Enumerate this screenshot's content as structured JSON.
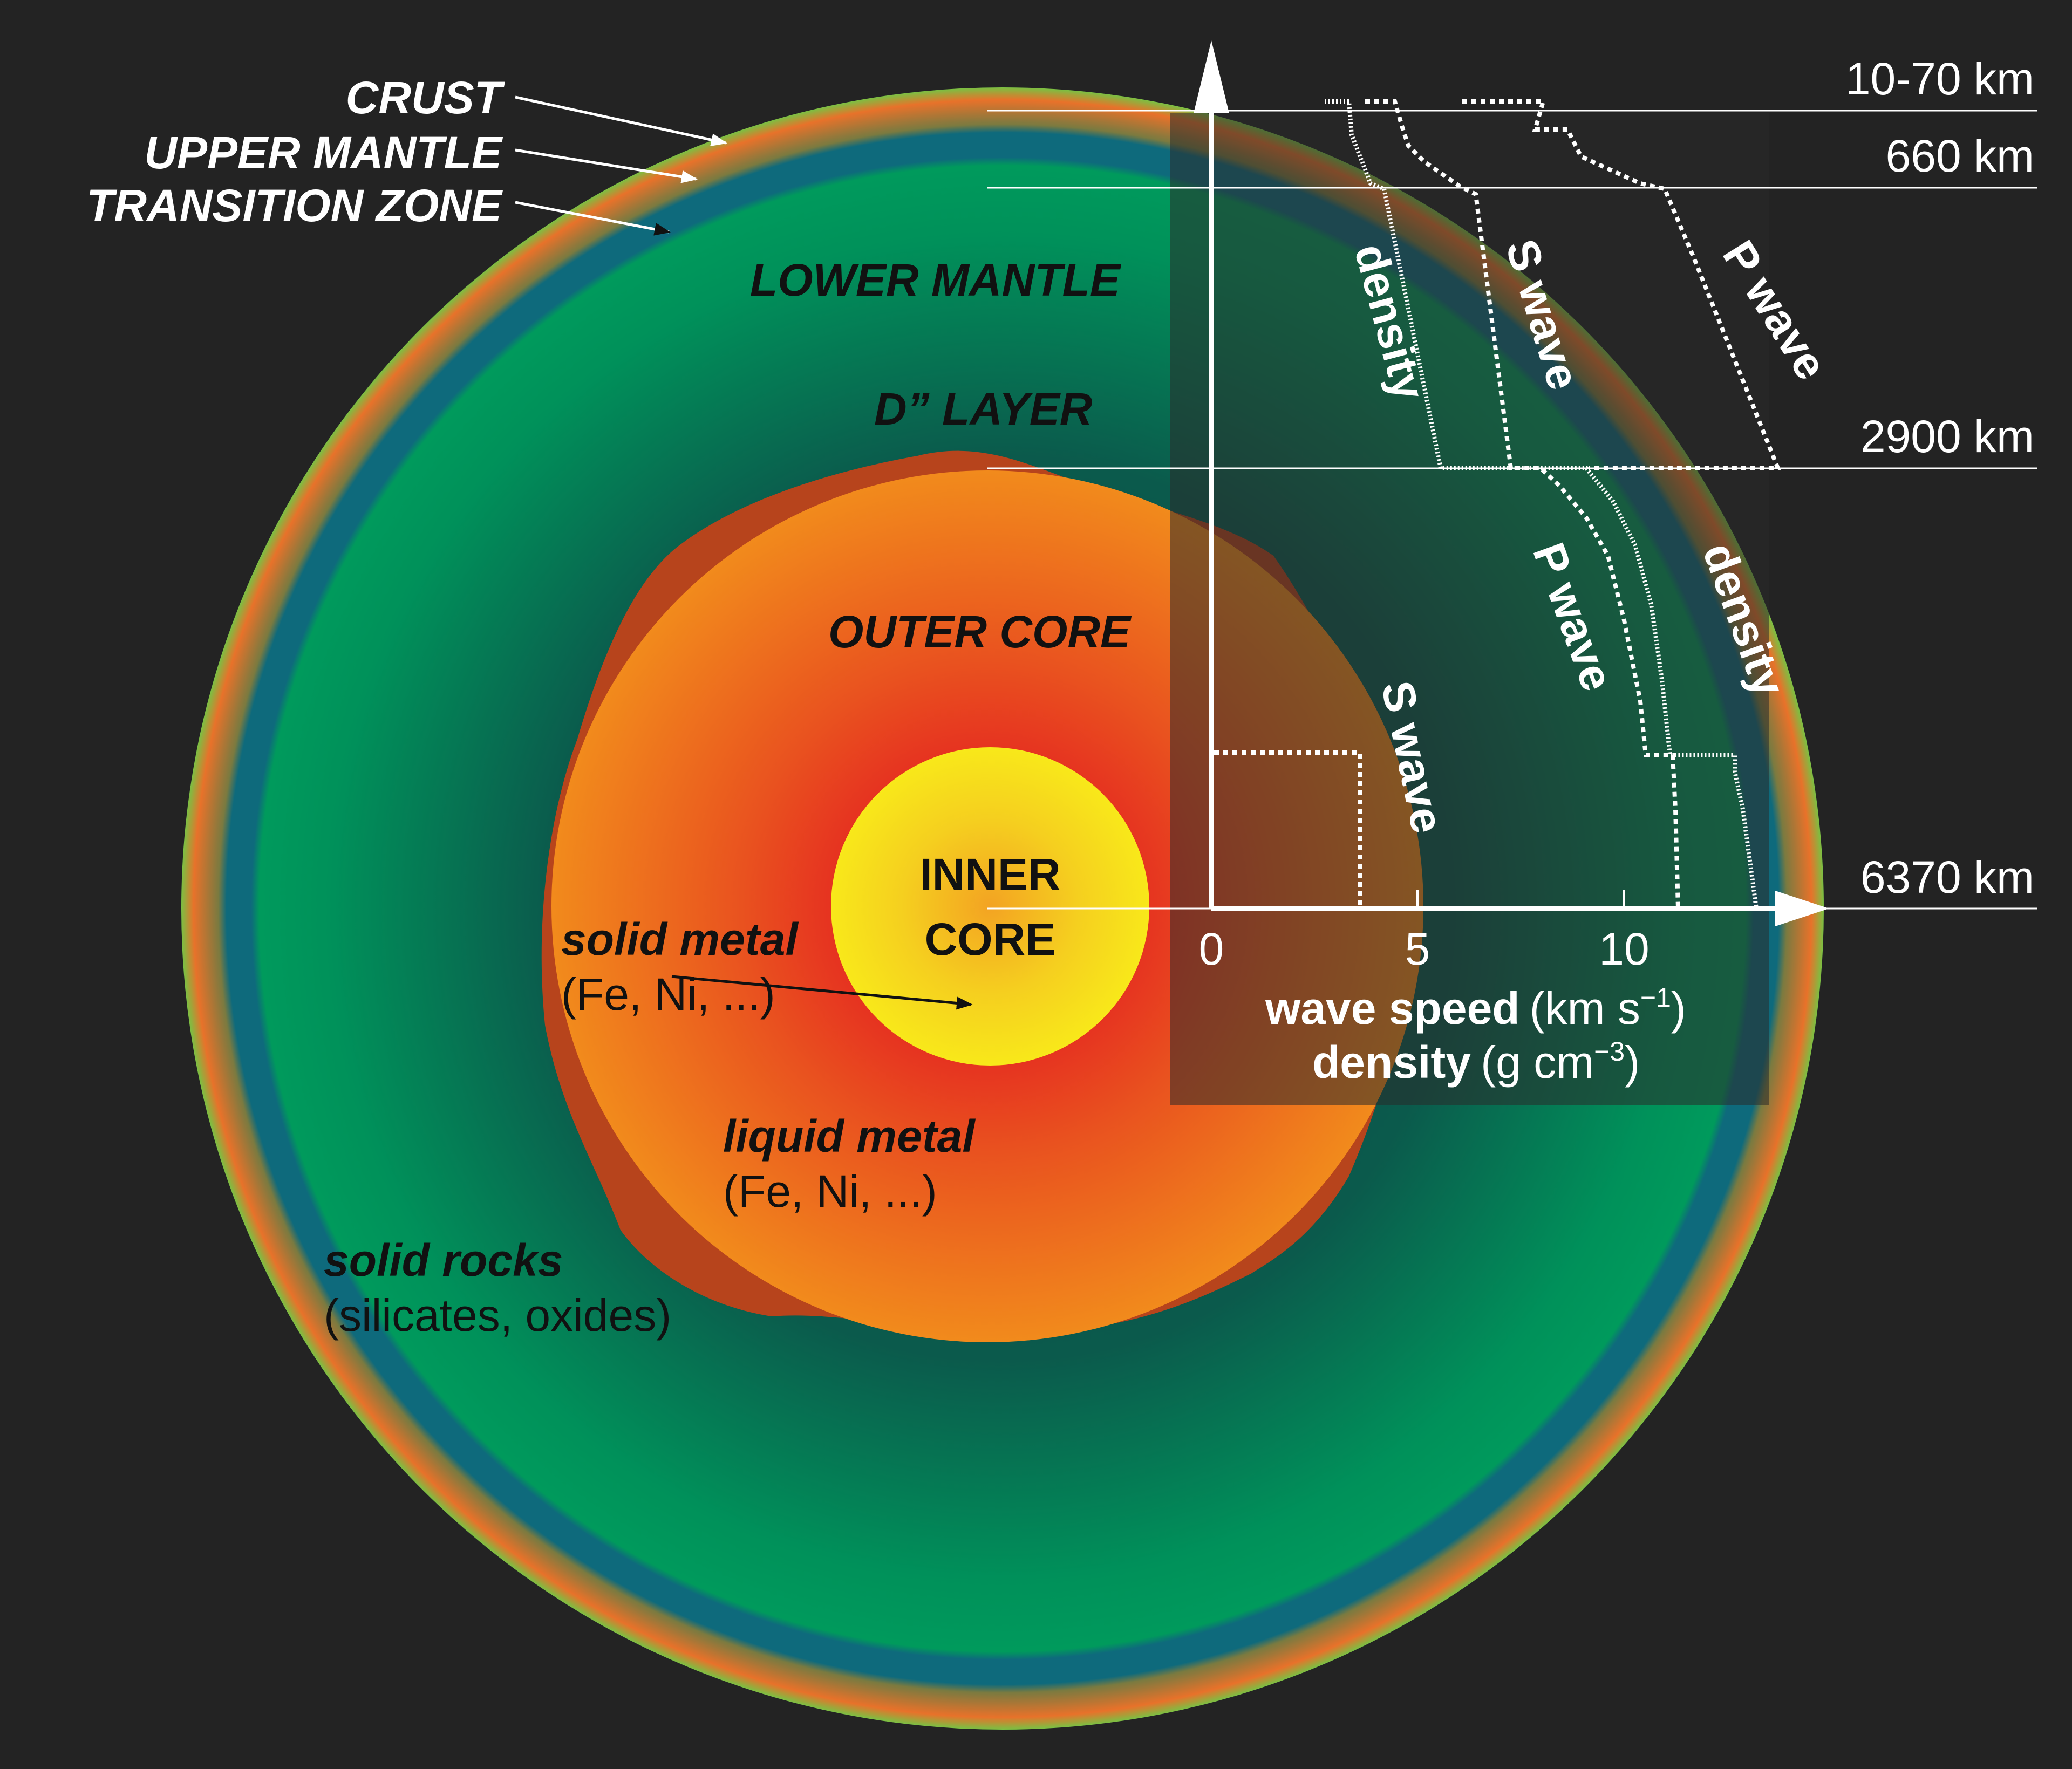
{
  "layers": {
    "crust": "CRUST",
    "upper_mantle": "UPPER MANTLE",
    "transition_zone": "TRANSITION ZONE",
    "lower_mantle": "LOWER MANTLE",
    "d_layer": "D” LAYER",
    "outer_core": "OUTER CORE",
    "inner_core_line1": "INNER",
    "inner_core_line2": "CORE"
  },
  "materials": {
    "solid_metal": "solid metal",
    "solid_metal_comp": "(Fe, Ni, ...)",
    "liquid_metal": "liquid metal",
    "liquid_metal_comp": "(Fe, Ni, ...)",
    "solid_rocks": "solid rocks",
    "solid_rocks_comp": "(silicates, oxides)"
  },
  "depths": [
    "10-70 km",
    "660 km",
    "2900 km",
    "6370 km"
  ],
  "axis": {
    "ticks": [
      "0",
      "5",
      "10"
    ],
    "xlabel_bold": "wave speed",
    "xlabel_unit": "(km s",
    "xlabel_exp": "−1",
    "xlabel_close": ")",
    "ylabel_bold": "density",
    "ylabel_unit": "(g cm",
    "ylabel_exp": "−3",
    "ylabel_close": ")"
  },
  "curve_labels": {
    "density_mantle": "density",
    "s_wave_mantle": "S wave",
    "p_wave_mantle": "P wave",
    "density_core": "density",
    "p_wave_core": "P wave",
    "s_wave_core": "S wave"
  },
  "colors": {
    "background": "#232323",
    "mantle_green": "#00a05a",
    "mantle_dark": "#0c4f4a",
    "transition_blue": "#0e6e7e",
    "crust_orange": "#e8722a",
    "outer_core_orange": "#f08a1e",
    "outer_core_red": "#e63323",
    "inner_core_yellow": "#f7e21a"
  }
}
